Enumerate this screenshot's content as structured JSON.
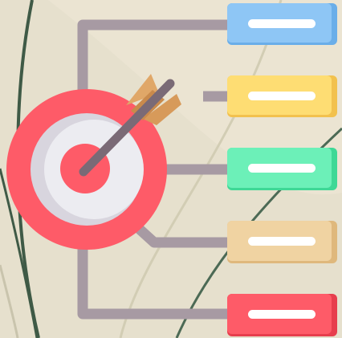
{
  "illustration": {
    "icon": "target-with-arrow-icon",
    "colors": {
      "background": "#e6e0cd",
      "connector": "#a79aa3",
      "target_red": "#fe5b68",
      "target_ring_shadow": "#d8d5de",
      "target_white": "#ececf1",
      "arrow_shaft": "#7a6a76",
      "arrow_fletch": "#e0a768",
      "card_blue": "#8ec6f5",
      "card_yellow": "#fedd73",
      "card_green": "#6cf0b8",
      "card_tan": "#f0d3a2",
      "card_red": "#fe5b68"
    },
    "cards": [
      {
        "name": "card-blue",
        "color": "#8ec6f5",
        "shade": "#6aaee9"
      },
      {
        "name": "card-yellow",
        "color": "#fedd73",
        "shade": "#f2c14e"
      },
      {
        "name": "card-green",
        "color": "#6cf0b8",
        "shade": "#3ed896"
      },
      {
        "name": "card-tan",
        "color": "#f0d3a2",
        "shade": "#dfb87c"
      },
      {
        "name": "card-red",
        "color": "#fe5b68",
        "shade": "#e73e4d"
      }
    ]
  }
}
